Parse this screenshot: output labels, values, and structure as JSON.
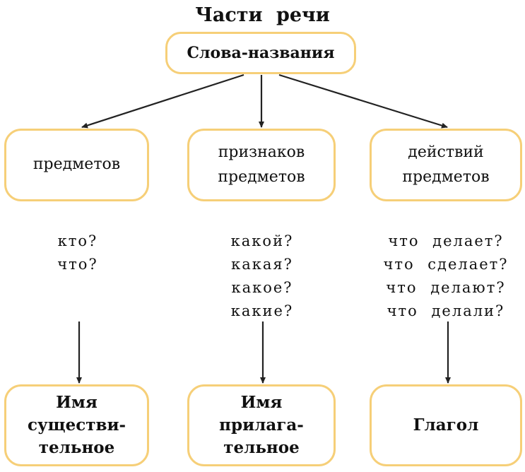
{
  "title": "Части речи",
  "colors": {
    "box_border": "#f6cf78",
    "arrow": "#222222",
    "text": "#111111"
  },
  "root": {
    "label": "Слова-названия"
  },
  "categories": [
    {
      "lines": [
        "предметов"
      ],
      "questions": "кто?\nчто?",
      "part_of_speech": [
        "Имя",
        "существи-",
        "тельное"
      ]
    },
    {
      "lines": [
        "признаков",
        "предметов"
      ],
      "questions": "какой?\nкакая?\nкакое?\nкакие?",
      "part_of_speech": [
        "Имя",
        "прилага-",
        "тельное"
      ]
    },
    {
      "lines": [
        "действий",
        "предметов"
      ],
      "questions": "что делает?\nчто сделает?\nчто делают?\nчто делали?",
      "part_of_speech": [
        "Глагол"
      ]
    }
  ]
}
